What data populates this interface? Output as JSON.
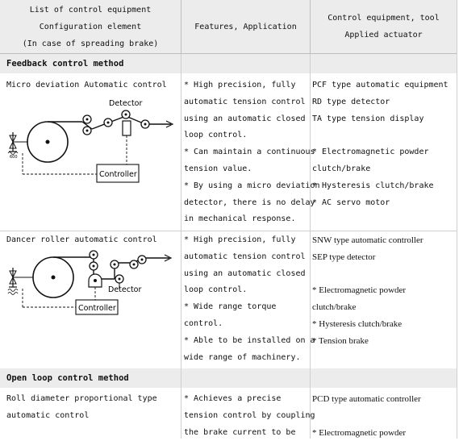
{
  "header": {
    "col1": [
      "List of control equipment",
      "Configuration element",
      "(In case of spreading brake)"
    ],
    "col2": "Features, Application",
    "col3": [
      "Control equipment, tool",
      "Applied actuator"
    ]
  },
  "sections": {
    "feedback": "Feedback control method",
    "open_loop": "Open loop control method"
  },
  "rows": [
    {
      "name": "Micro deviation Automatic control",
      "diagram": {
        "detector_label": "Detector",
        "controller_label": "Controller"
      },
      "features": [
        "* High precision, fully",
        "automatic tension control",
        "using an automatic closed",
        "loop control.",
        "* Can maintain a continuous",
        "tension value.",
        "* By using a micro deviation",
        "detector, there is no delay",
        "in mechanical response."
      ],
      "equipment": [
        "PCF type automatic equipment",
        "RD type detector",
        "TA type tension display",
        "",
        "* Electromagnetic powder",
        "clutch/brake",
        "* Hysteresis clutch/brake",
        "* AC servo motor"
      ]
    },
    {
      "name": "Dancer roller automatic control",
      "diagram": {
        "detector_label": "Detector",
        "controller_label": "Controller"
      },
      "features": [
        "* High precision, fully",
        "automatic tension control",
        "using an automatic closed",
        "loop control.",
        "* Wide range torque",
        "control.",
        "* Able to be installed on a",
        "wide range of machinery."
      ],
      "equipment": [
        "SNW type automatic controller",
        "SEP type detector",
        "",
        "* Electromagnetic powder",
        "clutch/brake",
        "* Hysteresis clutch/brake",
        "* Tension brake"
      ]
    },
    {
      "name_lines": [
        "Roll diameter proportional type",
        "automatic control"
      ],
      "features": [
        "* Achieves a precise",
        "tension control by coupling",
        "the brake current to be"
      ],
      "equipment": [
        "PCD type automatic controller",
        "",
        "* Electromagnetic powder"
      ]
    }
  ]
}
